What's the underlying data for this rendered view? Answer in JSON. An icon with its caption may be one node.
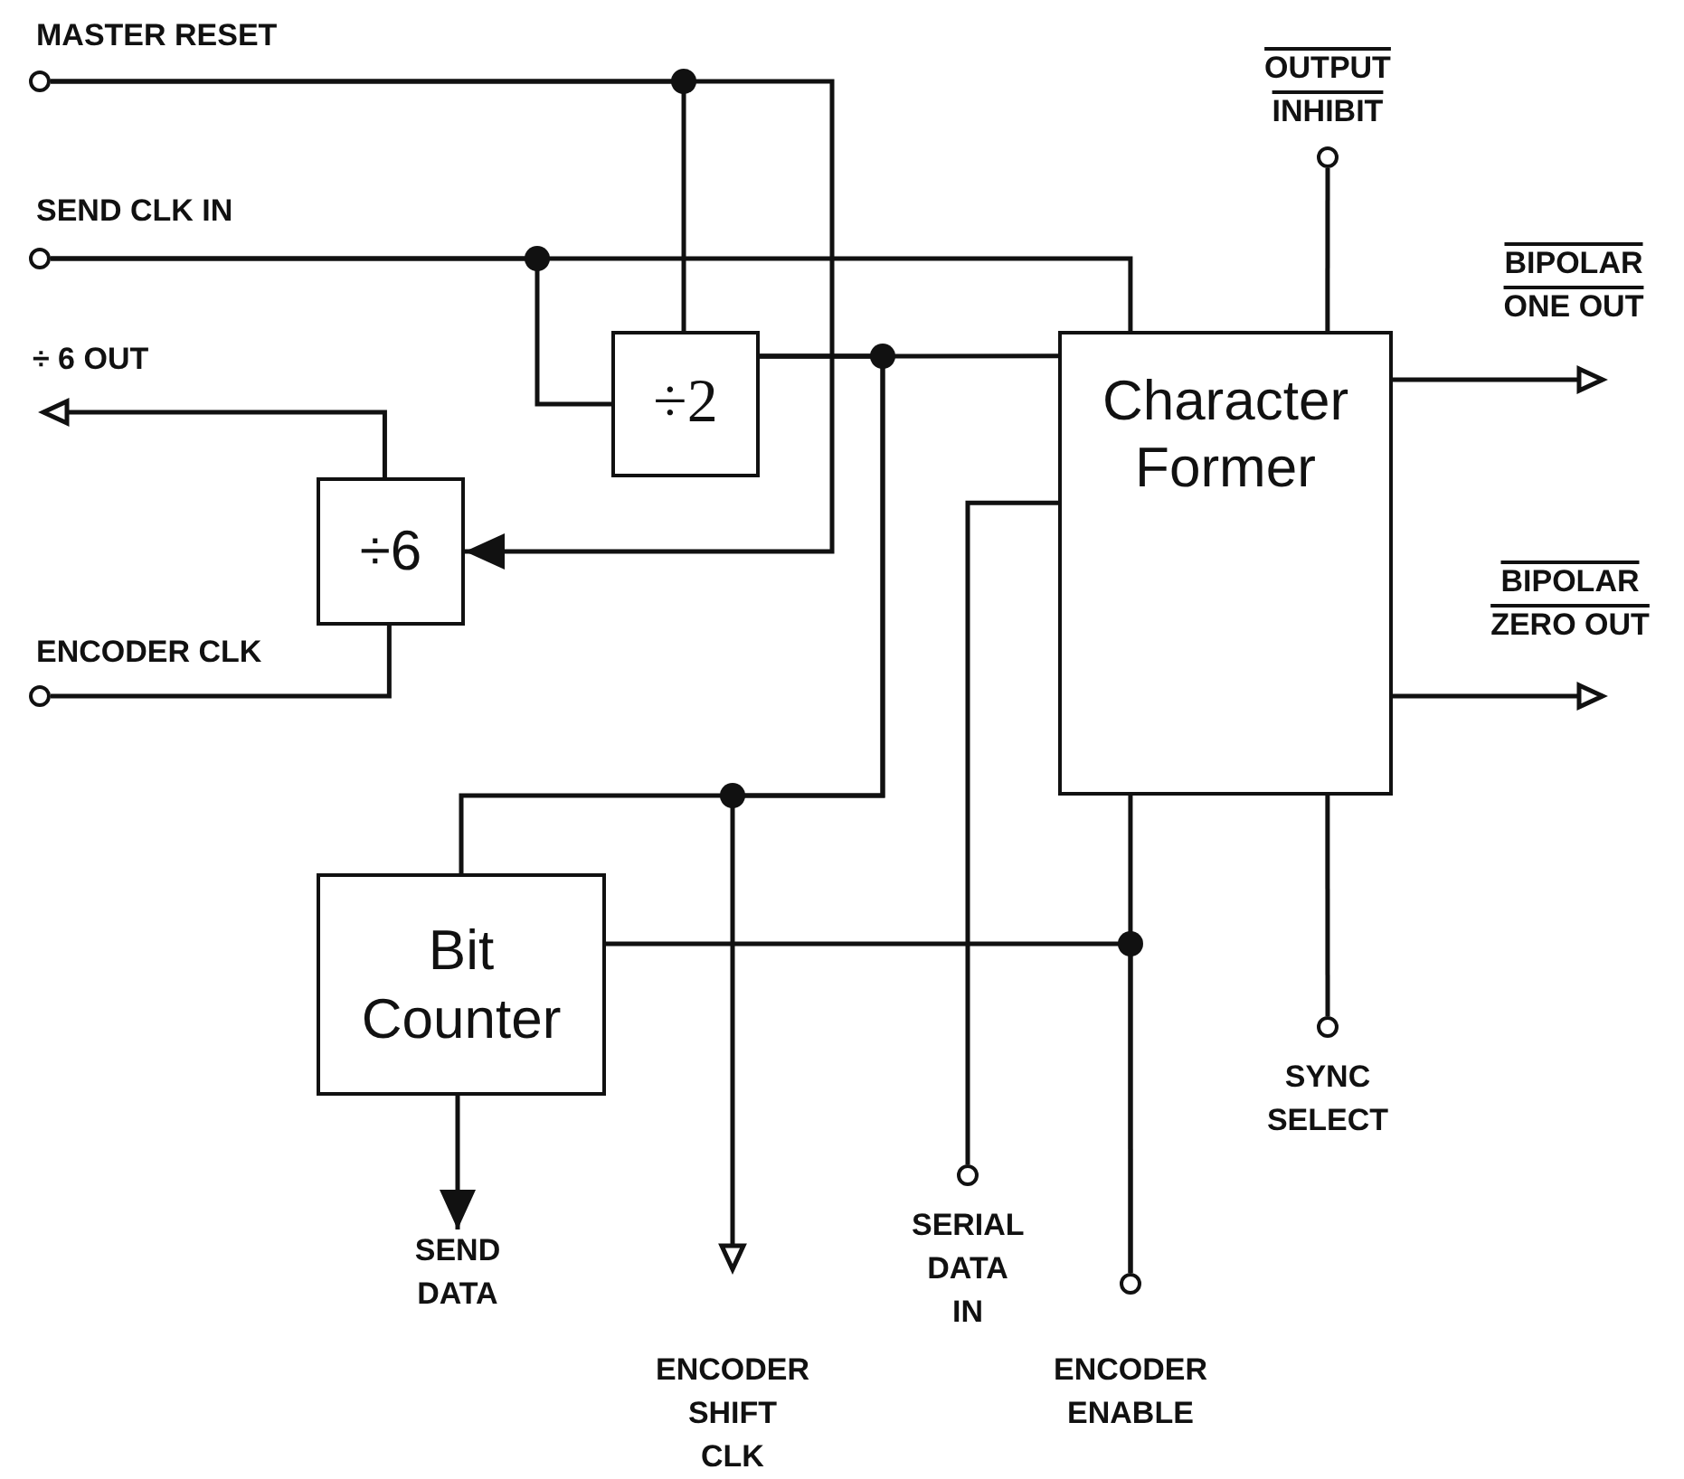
{
  "diagram": {
    "nodes": [
      {
        "text": [],
        "shape": "circle",
        "beside": [
          "MASTER RESET"
        ]
      },
      {
        "text": [],
        "shape": "circle",
        "beside": [
          "SEND CLK IN"
        ]
      },
      {
        "text": [
          "÷2"
        ]
      },
      {
        "text": [
          "÷6"
        ]
      },
      {
        "text": [
          "Character Former"
        ]
      },
      {
        "text": [],
        "shape": "circle",
        "beside": [
          "OUTPUT INHIBIT"
        ]
      },
      {
        "text": [],
        "shape": "circle",
        "beside": [
          "ENCODER CLK"
        ]
      },
      {
        "text": [
          "Bit Counter"
        ]
      },
      {
        "text": [],
        "shape": "circle",
        "beside": [
          "SYNC SELECT"
        ]
      },
      {
        "text": [],
        "shape": "circle",
        "beside": [
          "SERIAL DATA IN"
        ]
      },
      {
        "text": [],
        "shape": "circle",
        "beside": [
          "ENCODER ENABLE"
        ]
      },
      {
        "text": [
          "SEND DATA"
        ]
      }
    ],
    "edges": [
      {
        "from": 0,
        "to": 2,
        "arrow": "none"
      },
      {
        "from": 0,
        "to": 3,
        "arrow": "to"
      },
      {
        "from": 1,
        "to": 2,
        "arrow": "none"
      },
      {
        "from": 1,
        "to": 4,
        "arrow": "none"
      },
      {
        "from": 2,
        "to": 4,
        "arrow": "none"
      },
      {
        "from": 2,
        "to": 7,
        "arrow": "none"
      },
      {
        "from": 2,
        "to": null,
        "arrow": "to"
      },
      {
        "from": 3,
        "to": null,
        "arrow": "to"
      },
      {
        "from": 6,
        "to": 3,
        "arrow": "none"
      },
      {
        "from": 5,
        "to": 4,
        "arrow": "none"
      },
      {
        "from": 4,
        "to": null,
        "arrow": "to"
      },
      {
        "from": 4,
        "to": null,
        "arrow": "to"
      },
      {
        "from": 9,
        "to": 4,
        "arrow": "none"
      },
      {
        "from": 8,
        "to": 4,
        "arrow": "none"
      },
      {
        "from": 10,
        "to": 4,
        "arrow": "none"
      },
      {
        "from": 10,
        "to": 7,
        "arrow": "none"
      },
      {
        "from": 7,
        "to": 11,
        "arrow": "to"
      }
    ],
    "labels": [
      "÷ 6 OUT",
      "BIPOLAR ONE OUT",
      "BIPOLAR ZERO OUT",
      "ENCODER SHIFT CLK"
    ]
  }
}
